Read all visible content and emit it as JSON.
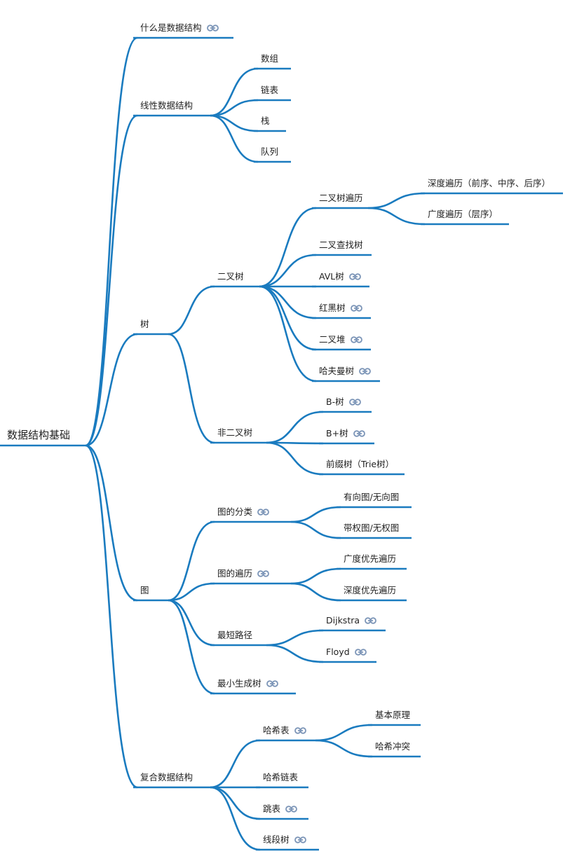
{
  "colors": {
    "branch": "#1a7bbf",
    "link_icon": "#7d96b8",
    "text": "#222222"
  },
  "mindmap": {
    "label": "数据结构基础",
    "children": [
      {
        "label": "什么是数据结构",
        "link": true
      },
      {
        "label": "线性数据结构",
        "children": [
          {
            "label": "数组"
          },
          {
            "label": "链表"
          },
          {
            "label": "栈"
          },
          {
            "label": "队列"
          }
        ]
      },
      {
        "label": "树",
        "children": [
          {
            "label": "二叉树",
            "children": [
              {
                "label": "二叉树遍历",
                "children": [
                  {
                    "label": "深度遍历（前序、中序、后序）"
                  },
                  {
                    "label": "广度遍历（层序）"
                  }
                ]
              },
              {
                "label": "二叉查找树"
              },
              {
                "label": "AVL树",
                "link": true
              },
              {
                "label": "红黑树",
                "link": true
              },
              {
                "label": "二叉堆",
                "link": true
              },
              {
                "label": "哈夫曼树",
                "link": true
              }
            ]
          },
          {
            "label": "非二叉树",
            "children": [
              {
                "label": "B-树",
                "link": true
              },
              {
                "label": "B+树",
                "link": true
              },
              {
                "label": "前缀树（Trie树）"
              }
            ]
          }
        ]
      },
      {
        "label": "图",
        "children": [
          {
            "label": "图的分类",
            "link": true,
            "children": [
              {
                "label": "有向图/无向图"
              },
              {
                "label": "带权图/无权图"
              }
            ]
          },
          {
            "label": "图的遍历",
            "link": true,
            "children": [
              {
                "label": "广度优先遍历"
              },
              {
                "label": "深度优先遍历"
              }
            ]
          },
          {
            "label": "最短路径",
            "children": [
              {
                "label": "Dijkstra",
                "link": true
              },
              {
                "label": "Floyd",
                "link": true
              }
            ]
          },
          {
            "label": "最小生成树",
            "link": true
          }
        ]
      },
      {
        "label": "复合数据结构",
        "children": [
          {
            "label": "哈希表",
            "link": true,
            "children": [
              {
                "label": "基本原理"
              },
              {
                "label": "哈希冲突"
              }
            ]
          },
          {
            "label": "哈希链表"
          },
          {
            "label": "跳表",
            "link": true
          },
          {
            "label": "线段树",
            "link": true
          }
        ]
      }
    ]
  }
}
